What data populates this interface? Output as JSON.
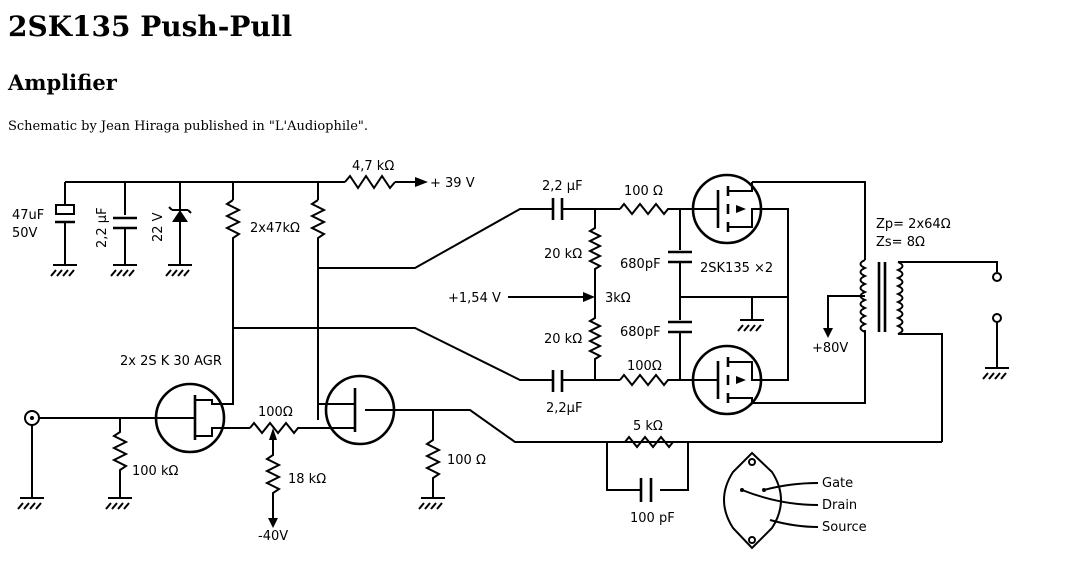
{
  "page": {
    "title": "2SK135 Push-Pull",
    "subtitle": "Amplifier",
    "caption": "Schematic by Jean Hiraga published in \"L'Audiophile\"."
  },
  "schematic": {
    "labels": {
      "r_supply": "4,7 kΩ",
      "v_plus39": "+ 39 V",
      "c_bulk_val": "47uF",
      "c_bulk_volt": "50V",
      "c_22uF_bypass": "2,2 µF",
      "zener": "22 V",
      "r_2x47k": "2x47kΩ",
      "c_in_top": "2,2 µF",
      "r_gate_top": "100 Ω",
      "r_bias_top": "20 kΩ",
      "c_comp_top": "680pF",
      "mosfet_label": "2SK135 ×2",
      "bias_voltage": "+1,54 V",
      "pot_3k": "3kΩ",
      "r_bias_bot": "20 kΩ",
      "c_comp_bot": "680pF",
      "r_gate_bot": "100Ω",
      "c_in_bot": "2,2µF",
      "zp": "Zp= 2x64Ω",
      "zs": "Zs= 8Ω",
      "v_plus80": "+80V",
      "jfet_label": "2x 2S K 30 AGR",
      "r_tail": "100Ω",
      "r_in": "100 kΩ",
      "r_18k": "18 kΩ",
      "v_minus40": "-40V",
      "r_100": "100 Ω",
      "r_fb": "5 kΩ",
      "c_fb": "100 pF",
      "pin_gate": "Gate",
      "pin_drain": "Drain",
      "pin_source": "Source"
    }
  }
}
